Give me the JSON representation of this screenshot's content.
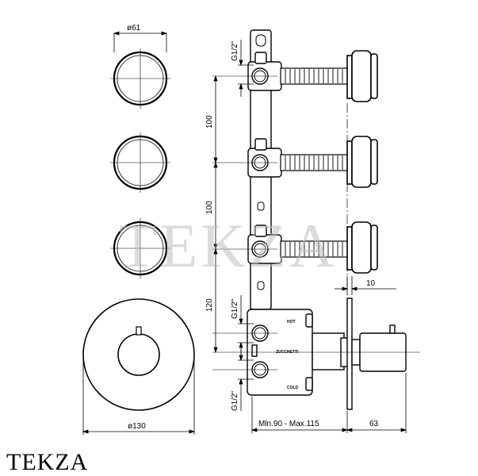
{
  "watermark": "TEKZA",
  "brand": "TEKZA",
  "dimensions": {
    "knob_diameter": "ø61",
    "plate_diameter": "ø130",
    "spacing_top": "100",
    "spacing_mid": "100",
    "spacing_low": "120",
    "thread_top": "G1/2\"",
    "thread_mid": "G1/2\"",
    "thread_bottom": "G1/2\"",
    "plate_thickness": "10",
    "depth_range": "Mln.90  -  Max.115",
    "handle_depth": "63"
  },
  "body_labels": {
    "hot": "HOT",
    "maker": "ZUCCHETTI",
    "cold": "COLD"
  }
}
